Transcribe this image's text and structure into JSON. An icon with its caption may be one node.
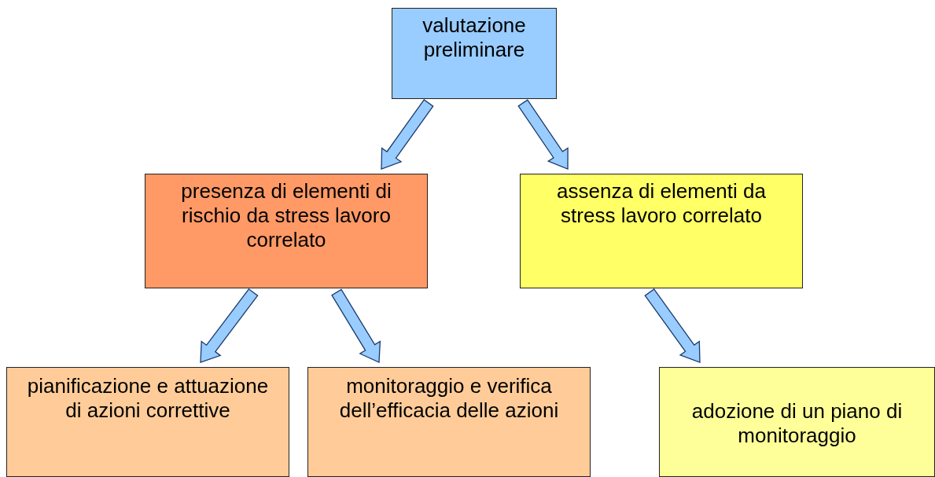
{
  "diagram": {
    "nodes": [
      {
        "text": [
          "valutazione preliminare"
        ]
      },
      {
        "text": [
          "presenza di elementi di rischio da stress lavoro correlato"
        ]
      },
      {
        "text": [
          "assenza di elementi da stress lavoro correlato"
        ]
      },
      {
        "text": [
          "pianificazione e attuazione di azioni correttive"
        ]
      },
      {
        "text": [
          "monitoraggio e verifica dell’efficacia delle azioni"
        ]
      },
      {
        "text": [
          "adozione di un piano di monitoraggio"
        ]
      }
    ],
    "edges": [
      {
        "from": 0,
        "to": 1,
        "arrow": "to"
      },
      {
        "from": 0,
        "to": 2,
        "arrow": "to"
      },
      {
        "from": 1,
        "to": 3,
        "arrow": "to"
      },
      {
        "from": 1,
        "to": 4,
        "arrow": "to"
      },
      {
        "from": 2,
        "to": 5,
        "arrow": "to"
      }
    ]
  }
}
